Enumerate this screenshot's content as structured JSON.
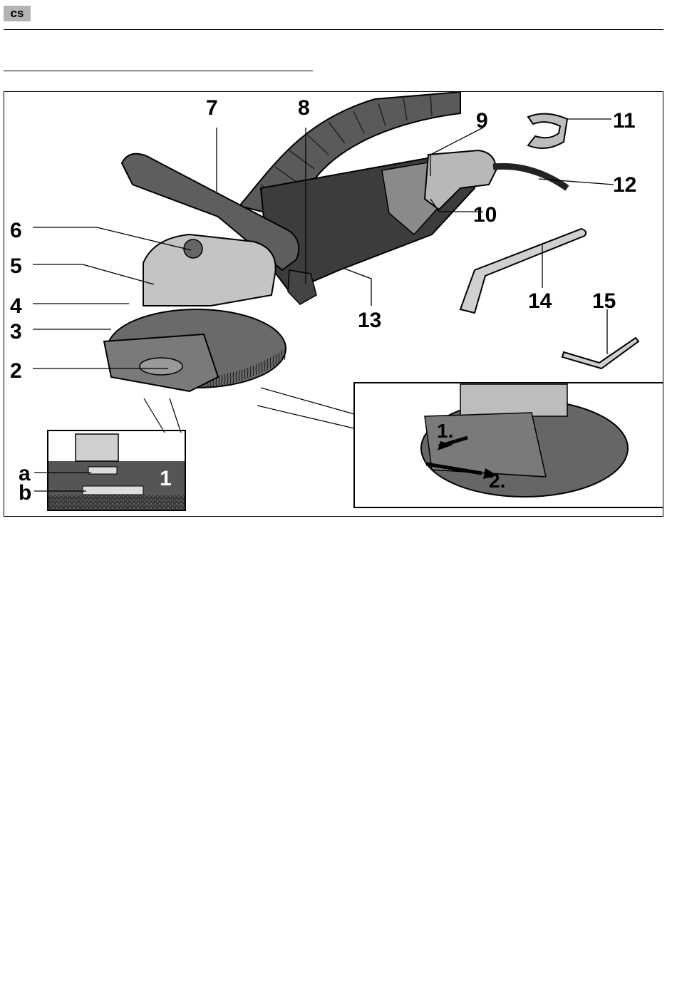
{
  "header": {
    "language_code": "cs"
  },
  "figure": {
    "callouts": {
      "c1": "1",
      "c2": "2",
      "c3": "3",
      "c4": "4",
      "c5": "5",
      "c6": "6",
      "c7": "7",
      "c8": "8",
      "c9": "9",
      "c10": "10",
      "c11": "11",
      "c12": "12",
      "c13": "13",
      "c14": "14",
      "c15": "15",
      "ca": "a",
      "cb": "b"
    },
    "steps": {
      "step1": "1.",
      "step2": "2."
    }
  }
}
